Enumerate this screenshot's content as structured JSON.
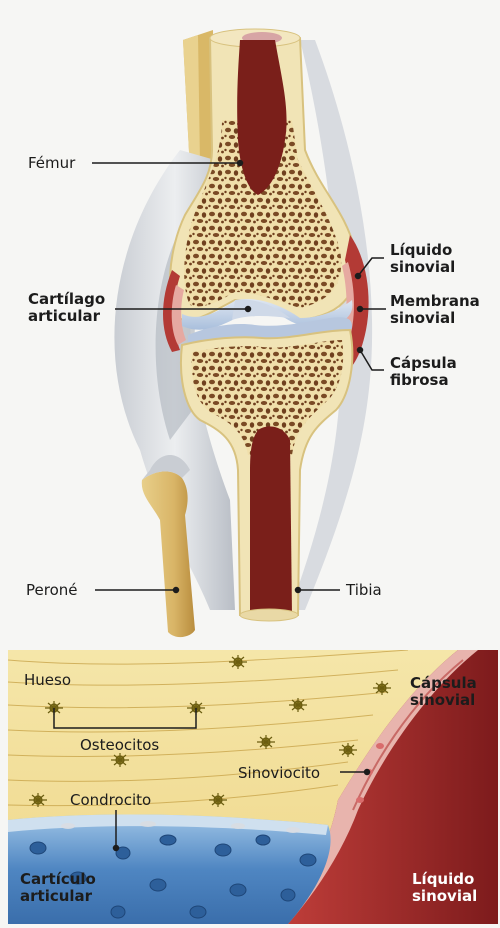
{
  "knee": {
    "femur": "Fémur",
    "cartilago": [
      "Cartílago",
      "articular"
    ],
    "liquido": [
      "Líquido",
      "sinovial"
    ],
    "membrana": [
      "Membrana",
      "sinovial"
    ],
    "capsula": [
      "Cápsula",
      "fibrosa"
    ],
    "perone": "Peroné",
    "tibia": "Tibia"
  },
  "tissue": {
    "hueso": "Hueso",
    "osteocitos": "Osteocitos",
    "condrocito": "Condrocito",
    "sinoviocito": "Sinoviocito",
    "capsula": [
      "Cápsula",
      "sinovial"
    ],
    "carticulo": [
      "Cartículo",
      "articular"
    ],
    "liquido": [
      "Líquido",
      "sinovial"
    ]
  },
  "colors": {
    "bone": "#f1e4b6",
    "marrow": "#7a1f1a",
    "spongy": "#7a4a25",
    "cartilage": "#4f86c2",
    "synovium": "#a0242a"
  }
}
